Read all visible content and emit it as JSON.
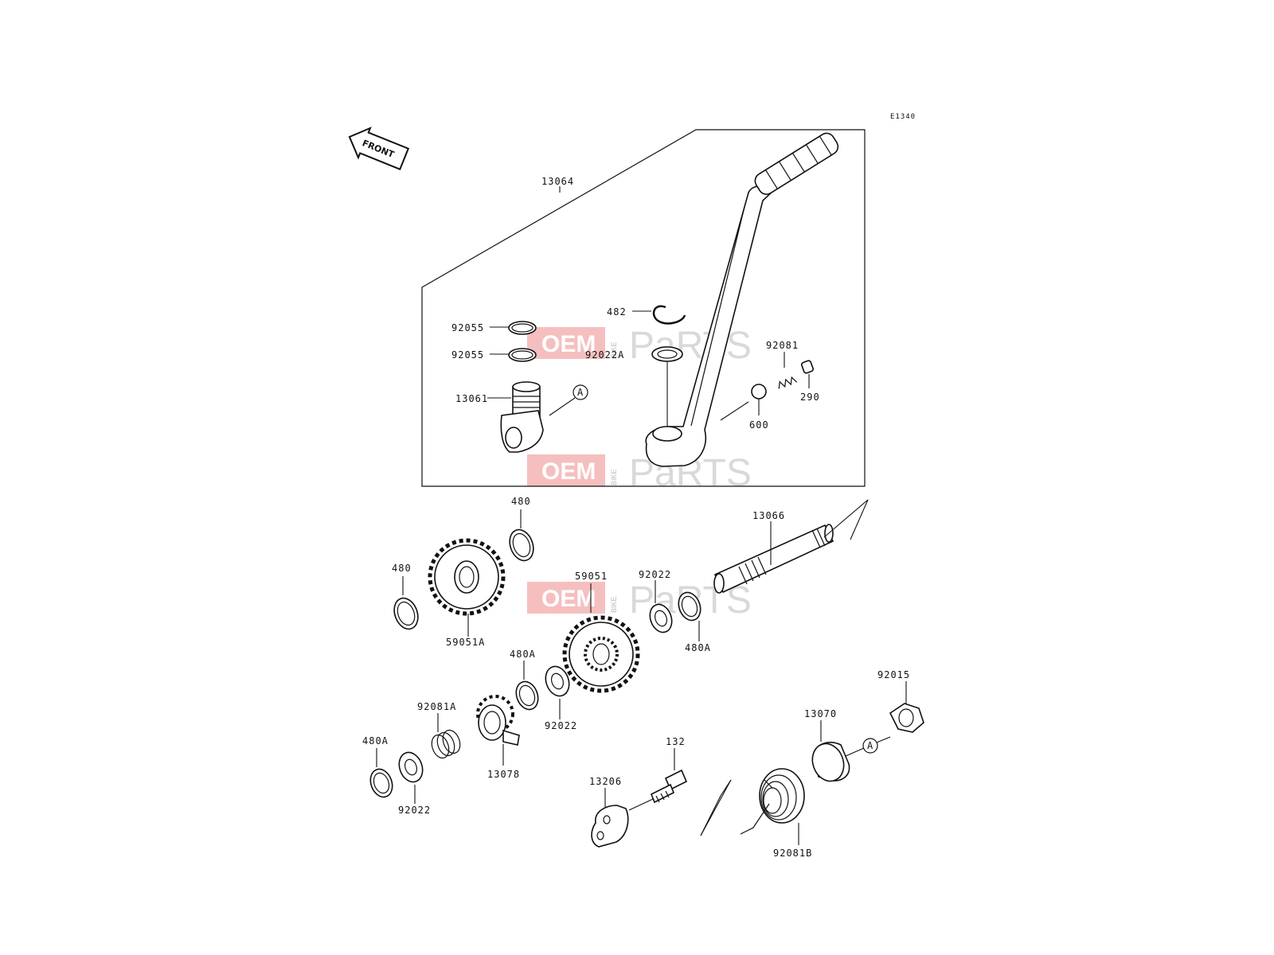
{
  "diagram": {
    "code": "E1340",
    "front_label": "FRONT",
    "callout_marker": "A",
    "watermark": {
      "oem": "OEM",
      "bike": "BIKE",
      "parts": "PaRTS"
    },
    "labels": [
      {
        "id": "13064",
        "text": "13064"
      },
      {
        "id": "482",
        "text": "482"
      },
      {
        "id": "92055-a",
        "text": "92055"
      },
      {
        "id": "92055-b",
        "text": "92055"
      },
      {
        "id": "92022A",
        "text": "92022A"
      },
      {
        "id": "92081",
        "text": "92081"
      },
      {
        "id": "290",
        "text": "290"
      },
      {
        "id": "13061",
        "text": "13061"
      },
      {
        "id": "600",
        "text": "600"
      },
      {
        "id": "480-top",
        "text": "480"
      },
      {
        "id": "480-left",
        "text": "480"
      },
      {
        "id": "13066",
        "text": "13066"
      },
      {
        "id": "59051",
        "text": "59051"
      },
      {
        "id": "92022-shaft",
        "text": "92022"
      },
      {
        "id": "480A-shaft",
        "text": "480A"
      },
      {
        "id": "59051A",
        "text": "59051A"
      },
      {
        "id": "480A-mid",
        "text": "480A"
      },
      {
        "id": "92022-mid",
        "text": "92022"
      },
      {
        "id": "92081A",
        "text": "92081A"
      },
      {
        "id": "13078",
        "text": "13078"
      },
      {
        "id": "480A-low",
        "text": "480A"
      },
      {
        "id": "92022-low",
        "text": "92022"
      },
      {
        "id": "92015",
        "text": "92015"
      },
      {
        "id": "13070",
        "text": "13070"
      },
      {
        "id": "132",
        "text": "132"
      },
      {
        "id": "13206",
        "text": "13206"
      },
      {
        "id": "92081B",
        "text": "92081B"
      }
    ]
  }
}
